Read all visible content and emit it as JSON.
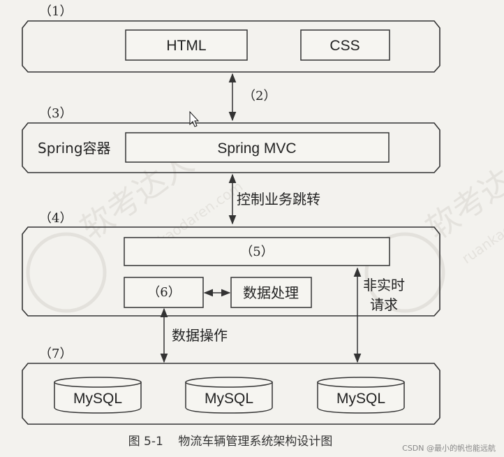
{
  "layers": {
    "layer1": {
      "number": "（1）",
      "boxes": [
        "HTML",
        "CSS"
      ]
    },
    "connector2": {
      "number": "（2）"
    },
    "layer3": {
      "number": "（3）",
      "side_label": "Spring容器",
      "box": "Spring MVC"
    },
    "connector_control": {
      "label": "控制业务跳转"
    },
    "layer4": {
      "number": "（4）",
      "box5": "（5）",
      "box6": "（6）",
      "data_processing": "数据处理"
    },
    "non_realtime": {
      "line1": "非实时",
      "line2": "请求"
    },
    "data_ops": {
      "label": "数据操作"
    },
    "layer7": {
      "number": "（7）",
      "databases": [
        "MySQL",
        "MySQL",
        "MySQL"
      ]
    }
  },
  "caption": "图 5-1    物流车辆管理系统架构设计图",
  "credit": "CSDN @最小的帆也能远航",
  "watermark": {
    "text_cn": "软考达人",
    "text_en": "ruankaodaren.com"
  }
}
